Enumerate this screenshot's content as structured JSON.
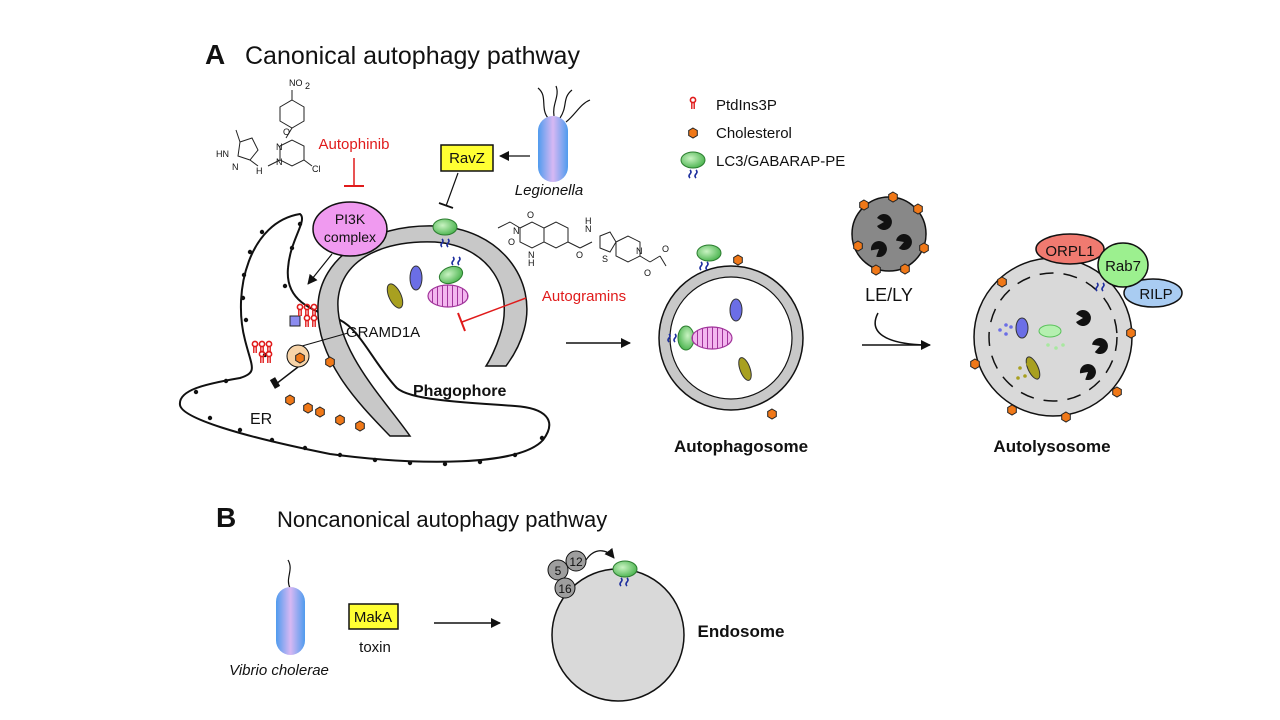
{
  "panel_a": {
    "letter": "A",
    "title": "Canonical autophagy pathway",
    "labels": {
      "autophinib": "Autophinib",
      "pi3k_line1": "PI3K",
      "pi3k_line2": "complex",
      "ravz": "RavZ",
      "legionella": "Legionella",
      "autogramins": "Autogramins",
      "gramd1a": "GRAMD1A",
      "er": "ER",
      "phagophore": "Phagophore",
      "autophagosome": "Autophagosome",
      "le_ly": "LE/LY",
      "autolysosome": "Autolysosome",
      "orpl1": "ORPL1",
      "rab7": "Rab7",
      "rilp": "RILP",
      "chem_no2": "NO",
      "chem_no2_sub": "2",
      "chem_hn": "HN",
      "chem_n1": "N",
      "chem_n2": "N",
      "chem_n3": "N",
      "chem_h": "H",
      "chem_o": "O",
      "chem_cl": "Cl",
      "chem2_o1": "O",
      "chem2_o2": "O",
      "chem2_o3": "O",
      "chem2_o4": "O",
      "chem2_o5": "O",
      "chem2_n1": "N",
      "chem2_n2": "N",
      "chem2_n3": "N",
      "chem2_n4": "N",
      "chem2_h1": "H",
      "chem2_h2": "H",
      "chem2_s": "S"
    },
    "legend": [
      {
        "label": "PtdIns3P",
        "icon": "ptdins3p-icon"
      },
      {
        "label": "Cholesterol",
        "icon": "cholesterol-icon"
      },
      {
        "label": "LC3/GABARAP-PE",
        "icon": "lc3-icon"
      }
    ]
  },
  "panel_b": {
    "letter": "B",
    "title": "Noncanonical autophagy pathway",
    "labels": {
      "vibrio": "Vibrio cholerae",
      "maka": "MakA",
      "toxin": "toxin",
      "endosome": "Endosome",
      "complex_5": "5",
      "complex_12": "12",
      "complex_16": "16"
    }
  },
  "colors": {
    "inhibitor_red": "#e01b1b",
    "membrane_gray": "#c8c8c8",
    "lc3_green": "#59c25a",
    "cholesterol_orange": "#f07818",
    "highlight_yellow": "#ffff33",
    "pi3k_pink": "#f09af0",
    "orpl1_red": "#f07a70",
    "rab7_green": "#9cf08f",
    "rilp_blue": "#a9ccf2",
    "bacterium_blue": "#6aaef0"
  }
}
